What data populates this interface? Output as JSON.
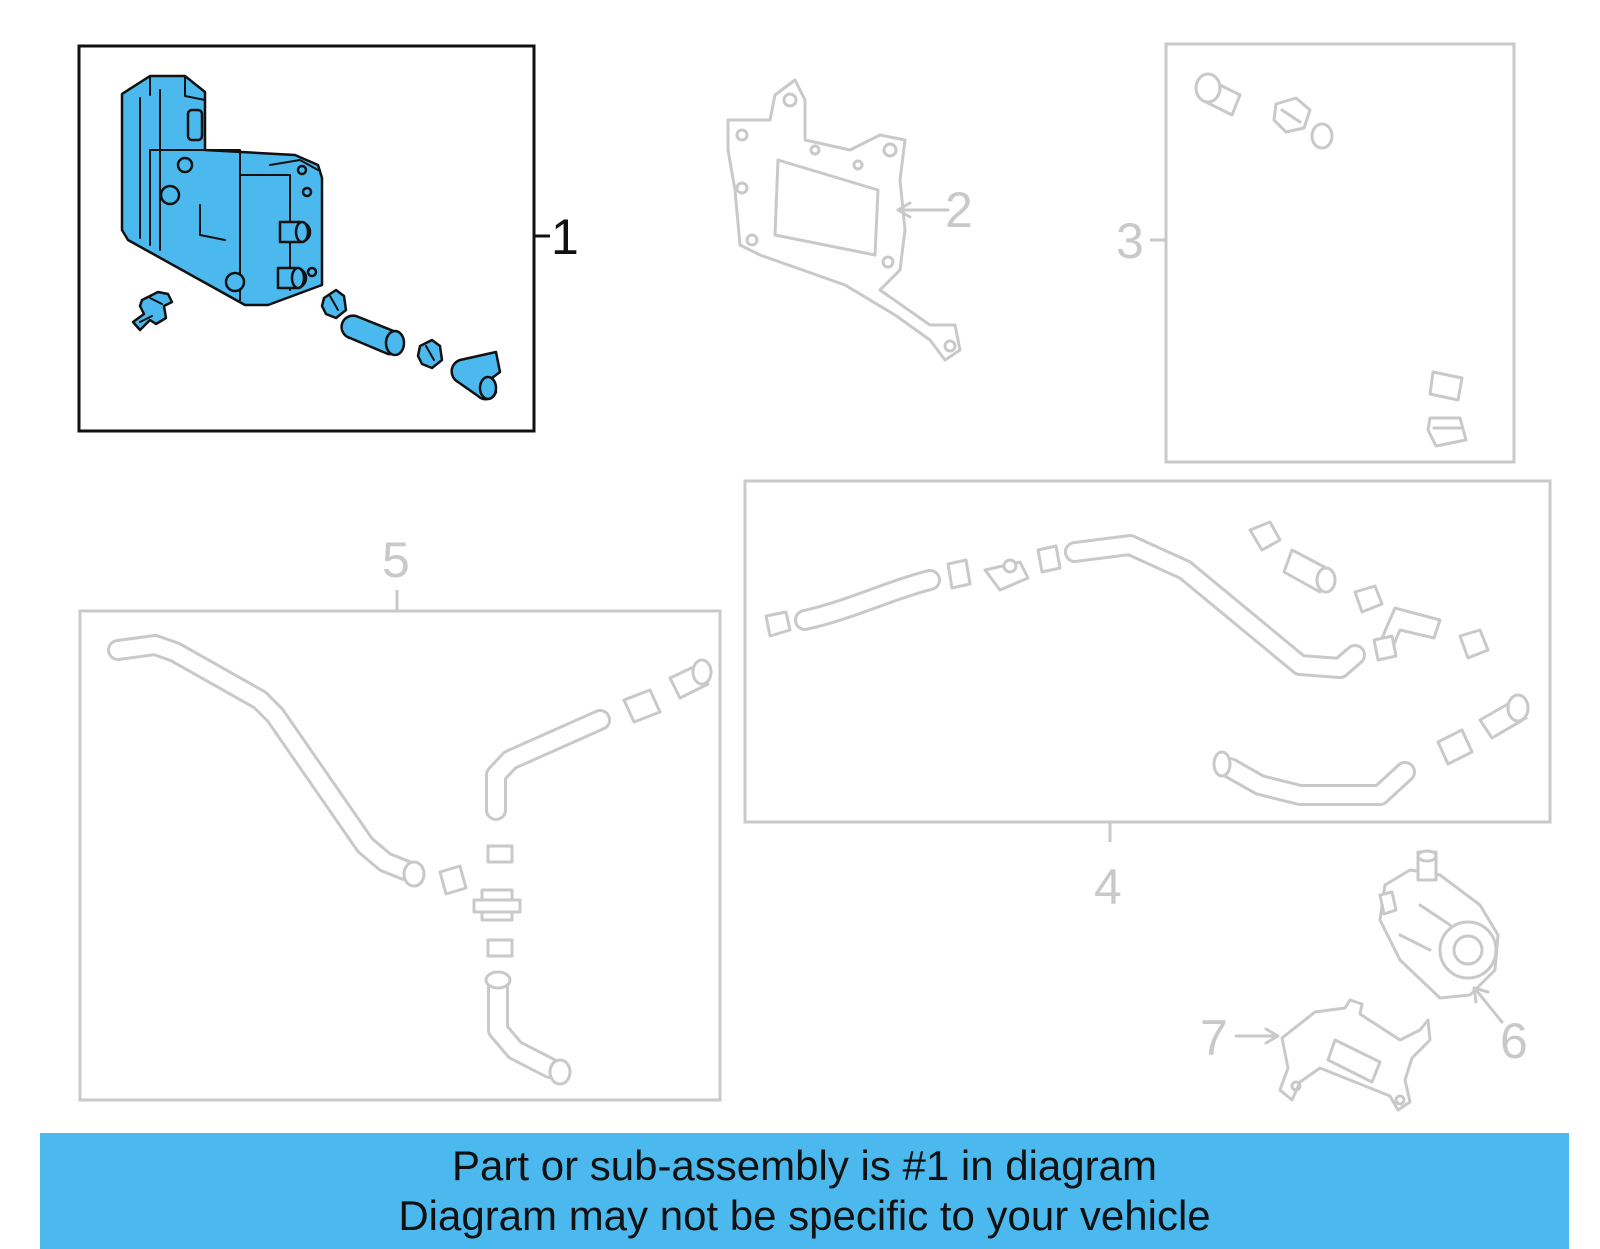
{
  "callouts": {
    "c1": "1",
    "c2": "2",
    "c3": "3",
    "c4": "4",
    "c5": "5",
    "c6": "6",
    "c7": "7"
  },
  "banner": {
    "line1": "Part or sub-assembly is #1 in diagram",
    "line2": "Diagram may not be specific to your vehicle"
  },
  "colors": {
    "highlight": "#4bb8ee",
    "outline": "#111111",
    "inactive": "#c9c9c9"
  }
}
